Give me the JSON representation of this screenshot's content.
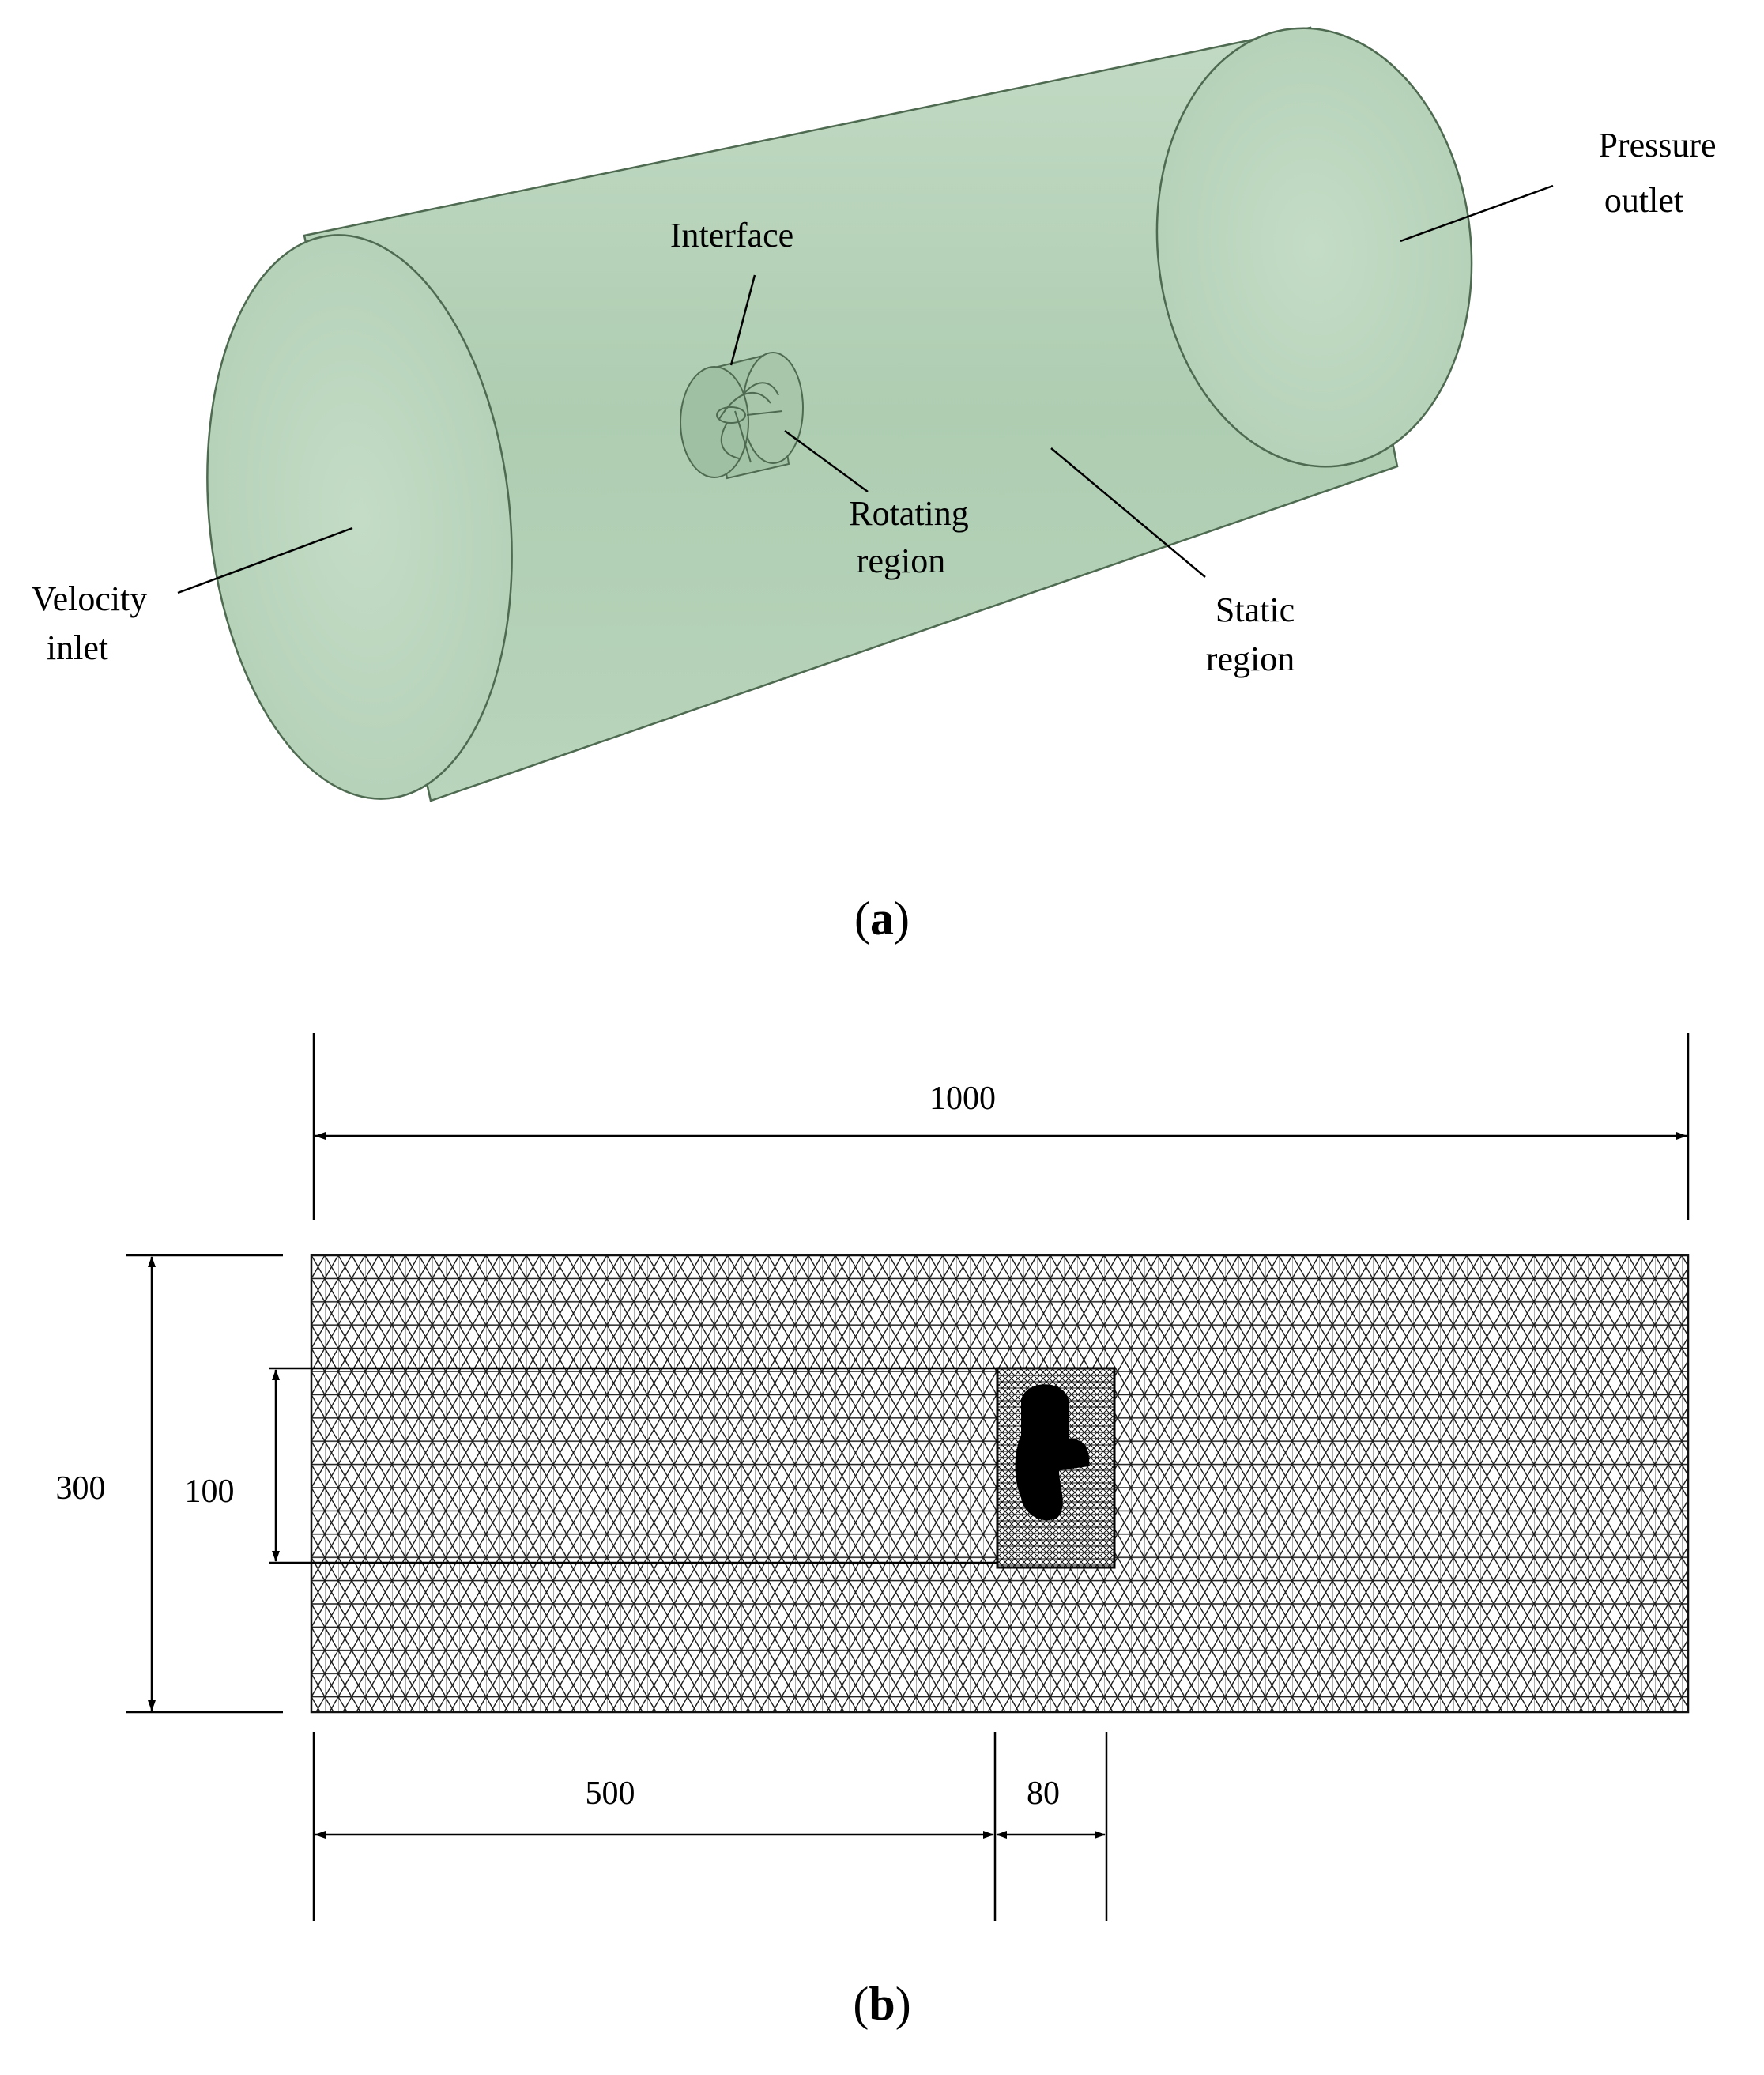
{
  "panel_a": {
    "caption_open": "(",
    "caption_letter": "a",
    "caption_close": ")",
    "labels": {
      "pressure_outlet_1": "Pressure",
      "pressure_outlet_2": "outlet",
      "interface": "Interface",
      "rotating_1": "Rotating",
      "rotating_2": "region",
      "velocity_1": "Velocity",
      "velocity_2": "inlet",
      "static_1": "Static",
      "static_2": "region"
    },
    "colors": {
      "domain_fill": "#b8d4bb",
      "domain_edge": "#4e6a50"
    }
  },
  "panel_b": {
    "caption_open": "(",
    "caption_letter": "b",
    "caption_close": ")",
    "dimensions": {
      "total_length": "1000",
      "height": "300",
      "rotating_height": "100",
      "inlet_to_rotor": "500",
      "rotor_length": "80"
    }
  }
}
